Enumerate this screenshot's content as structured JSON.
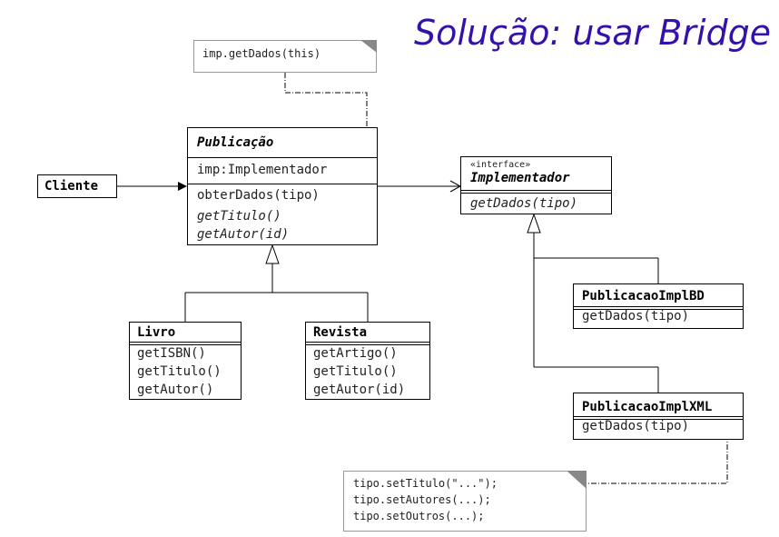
{
  "title": "Solução: usar Bridge",
  "notes": {
    "top": "imp.getDados(this)",
    "bottom": [
      "tipo.setTitulo(\"...\");",
      "tipo.setAutores(...);",
      "tipo.setOutros(...);"
    ]
  },
  "cliente": {
    "name": "Cliente"
  },
  "publicacao": {
    "name": "Publicação",
    "attributes": [
      "imp:Implementador"
    ],
    "methods": [
      "obterDados(tipo)",
      "getTitulo()",
      "getAutor(id)"
    ]
  },
  "implementador": {
    "stereotype": "«interface»",
    "name": "Implementador",
    "methods": [
      "getDados(tipo)"
    ]
  },
  "livro": {
    "name": "Livro",
    "methods": [
      "getISBN()",
      "getTitulo()",
      "getAutor()"
    ]
  },
  "revista": {
    "name": "Revista",
    "methods": [
      "getArtigo()",
      "getTitulo()",
      "getAutor(id)"
    ]
  },
  "implBD": {
    "name": "PublicacaoImplBD",
    "methods": [
      "getDados(tipo)"
    ]
  },
  "implXML": {
    "name": "PublicacaoImplXML",
    "methods": [
      "getDados(tipo)"
    ]
  },
  "colors": {
    "title": "#3311aa",
    "note_border": "#999999",
    "note_fold": "#888888"
  }
}
